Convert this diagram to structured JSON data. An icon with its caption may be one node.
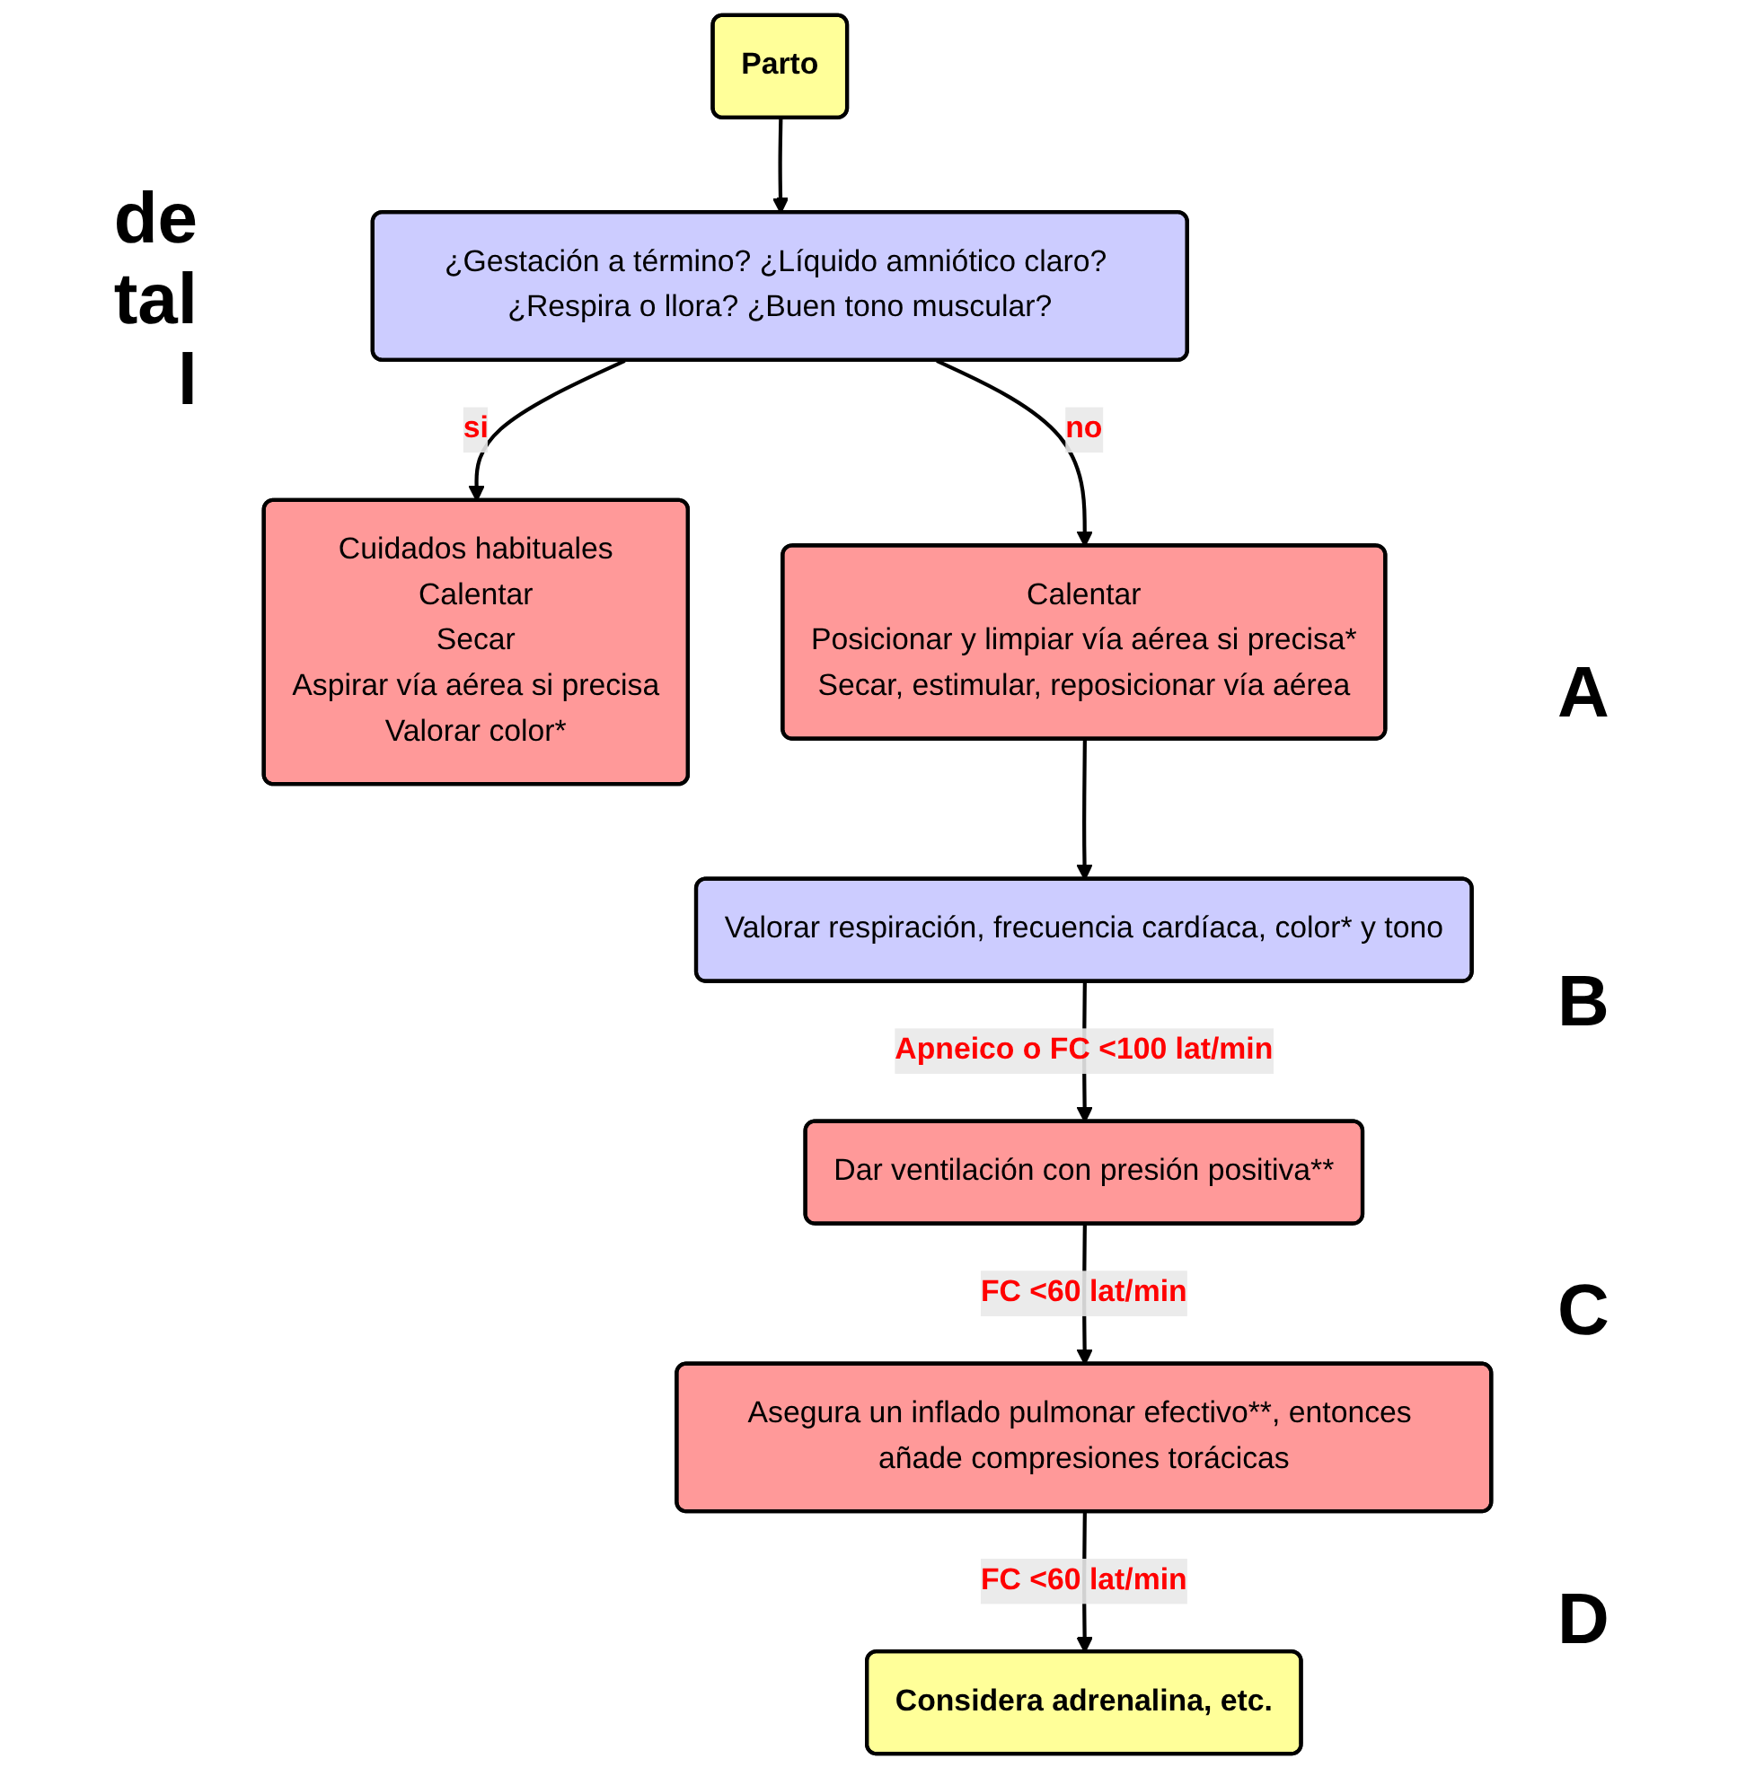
{
  "diagram": {
    "nodes": [
      {
        "text": [
          "Parto"
        ]
      },
      {
        "text": [
          "¿Gestación a término? ¿Líquido amniótico claro? ¿Respira o llora? ¿Buen tono muscular?"
        ]
      },
      {
        "text": [
          "Cuidados habituales",
          "Calentar",
          "Secar",
          "Aspirar vía aérea si precisa",
          "Valorar color*"
        ]
      },
      {
        "text": [
          "Calentar",
          "Posicionar y limpiar vía aérea si precisa*",
          "Secar, estimular, reposicionar vía aérea"
        ]
      },
      {
        "text": [
          "Valorar respiración, frecuencia cardíaca, color* y tono"
        ]
      },
      {
        "text": [
          "Dar ventilación con presión positiva**"
        ]
      },
      {
        "text": [
          "Asegura un inflado pulmonar efectivo**, entonces añade compresiones torácicas"
        ]
      },
      {
        "text": [
          "Considera adrenalina, etc."
        ]
      }
    ],
    "edges": [
      {
        "from": 0,
        "to": 1,
        "arrow": "to"
      },
      {
        "from": 1,
        "to": 2,
        "arrow": "to",
        "label": "si"
      },
      {
        "from": 1,
        "to": 3,
        "arrow": "to",
        "label": "no"
      },
      {
        "from": 3,
        "to": 4,
        "arrow": "to"
      },
      {
        "from": 4,
        "to": 5,
        "arrow": "to",
        "label": "Apneico o FC <100 lat/min"
      },
      {
        "from": 5,
        "to": 6,
        "arrow": "to",
        "label": "FC <60 lat/min"
      },
      {
        "from": 6,
        "to": 7,
        "arrow": "to",
        "label": "FC <60 lat/min"
      }
    ],
    "labels": [
      "de",
      "tal",
      "l",
      "A",
      "B",
      "C",
      "D"
    ]
  }
}
